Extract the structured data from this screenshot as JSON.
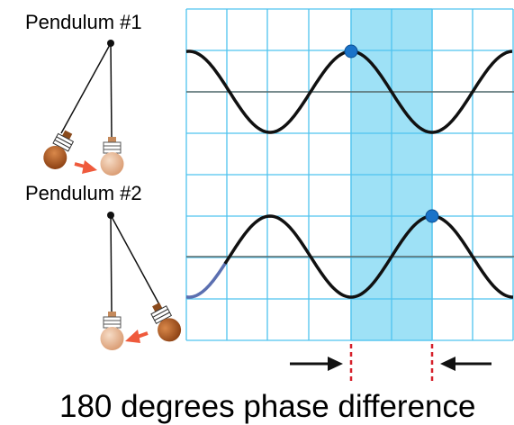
{
  "labels": {
    "pendulum1": "Pendulum #1",
    "pendulum2": "Pendulum #2",
    "caption": "180 degrees phase difference"
  },
  "wave_data": {
    "description_free": true,
    "cycles_visible": 2,
    "wave1_phase_deg": 0,
    "wave2_phase_deg": 180,
    "phase_difference_deg": 180
  },
  "colors": {
    "grid": "#4fc3ef",
    "highlight_band": "#99dff5",
    "wave": "#111111",
    "axis": "#5a6a6a",
    "marker": "#1a73c9",
    "arrow_red": "#ef5a3c",
    "dashed_red": "#d6202a",
    "leading_wave_segment": "#5b6fb0"
  }
}
